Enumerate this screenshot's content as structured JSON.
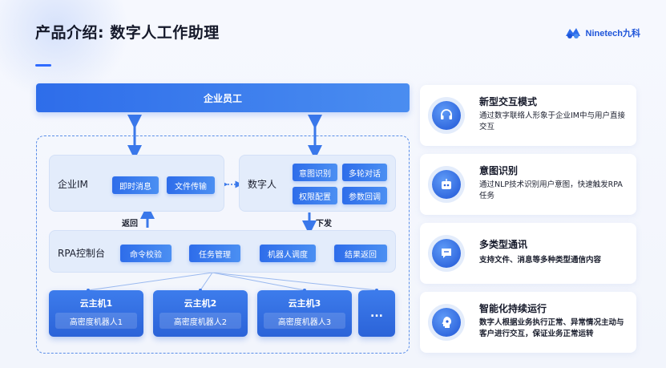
{
  "header": {
    "title": "产品介绍: 数字人工作助理",
    "logo_text": "Ninetech九科"
  },
  "diagram": {
    "top": "企业员工",
    "im_panel": {
      "label": "企业IM",
      "chips": [
        "即时消息",
        "文件传输"
      ]
    },
    "digital_panel": {
      "label": "数字人",
      "chips": [
        "意图识别",
        "多轮对话",
        "权限配置",
        "参数回调"
      ]
    },
    "return_label": "返回",
    "dispatch_label": "下发",
    "rpa_panel": {
      "label": "RPA控制台",
      "chips": [
        "命令校验",
        "任务管理",
        "机器人调度",
        "结果返回"
      ]
    },
    "hosts": [
      {
        "title": "云主机1",
        "sub": "高密度机器人1"
      },
      {
        "title": "云主机2",
        "sub": "高密度机器人2"
      },
      {
        "title": "云主机3",
        "sub": "高密度机器人3"
      }
    ],
    "more": "..."
  },
  "features": [
    {
      "icon": "headset-icon",
      "title": "新型交互模式",
      "desc": "通过数字联络人形象于企业IM中与用户直接交互"
    },
    {
      "icon": "robot-icon",
      "title": "意图识别",
      "desc": "通过NLP技术识别用户意图，快速触发RPA任务"
    },
    {
      "icon": "message-icon",
      "title": "多类型通讯",
      "desc": "支持文件、消息等多种类型通信内容"
    },
    {
      "icon": "brain-icon",
      "title": "智能化持续运行",
      "desc": "数字人根据业务执行正常、异常情况主动与客户进行交互，保证业务正常运转"
    }
  ],
  "colors": {
    "accent": "#2e6dea",
    "brand": "#1f55d9",
    "panel": "#e3ecfb"
  }
}
